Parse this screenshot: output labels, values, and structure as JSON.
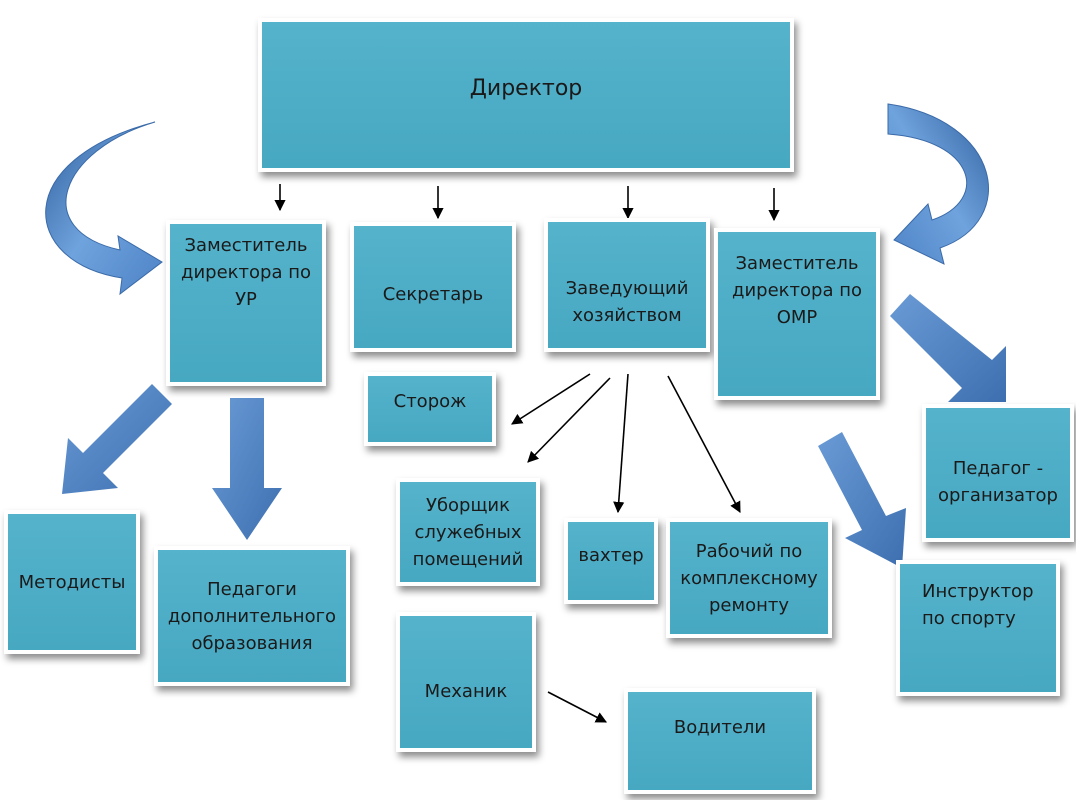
{
  "diagram": {
    "director": "Директор",
    "deputy_ur": "Заместитель\nдиректора по\nУР",
    "secretary": "Секретарь",
    "household_head": "Заведующий\nхозяйством",
    "deputy_omr": "Заместитель\nдиректора по\nОМР",
    "watchman": "Сторож",
    "cleaner": "Уборщик\nслужебных\nпомещений",
    "guard": "вахтер",
    "repair_worker": "Рабочий по\nкомплексному\nремонту",
    "mechanic": "Механик",
    "drivers": "Водители",
    "methodists": "Методисты",
    "extra_ed_teachers": "Педагоги\nдополнительного\nобразования",
    "teacher_organizer": "Педагог -\nорганизатор",
    "sports_instructor": "Инструктор\nпо спорту"
  },
  "colors": {
    "box_fill": "#4aaac4",
    "box_border": "#ffffff",
    "block_arrow": "#4f83c4",
    "thin_arrow": "#000000"
  }
}
